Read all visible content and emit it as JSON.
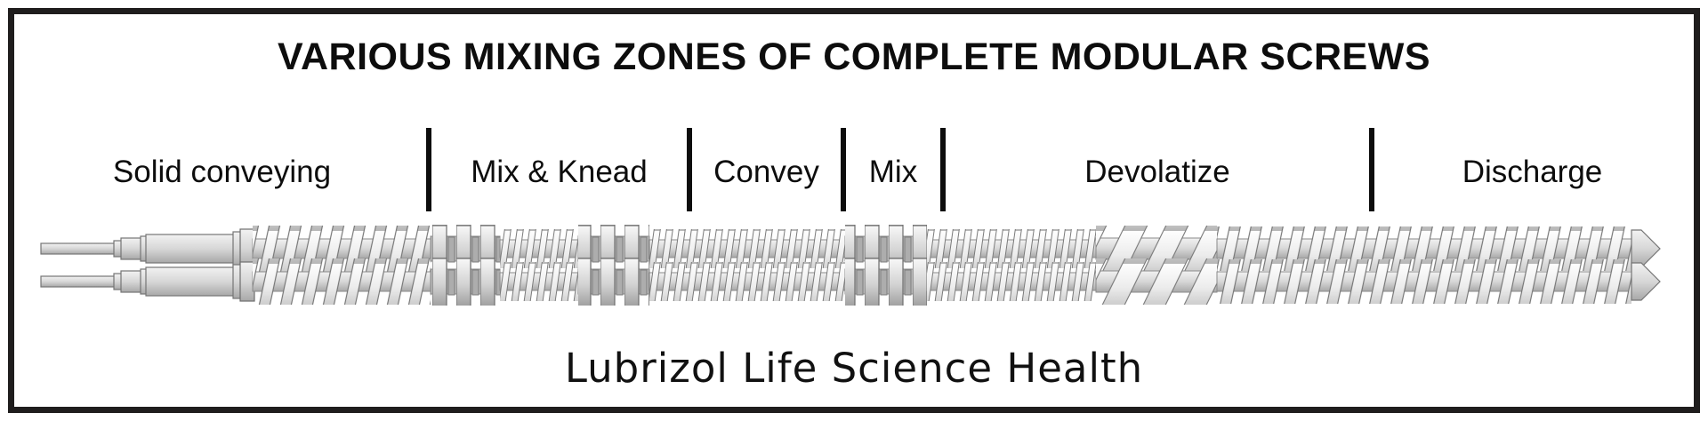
{
  "title": "VARIOUS MIXING ZONES OF COMPLETE MODULAR SCREWS",
  "zones": [
    {
      "label": "Solid conveying"
    },
    {
      "label": "Mix & Knead"
    },
    {
      "label": "Convey"
    },
    {
      "label": "Mix"
    },
    {
      "label": "Devolatize"
    },
    {
      "label": "Discharge"
    }
  ],
  "footer": "Lubrizol Life Science Health",
  "illustration": "twin-screw-extruder",
  "colors": {
    "border": "#1f1d1d",
    "text": "#0d0d0d",
    "metal_light": "#ffffff",
    "metal_mid": "#d7d7d7",
    "metal_dark": "#a8a8a8",
    "outline": "#757575"
  }
}
